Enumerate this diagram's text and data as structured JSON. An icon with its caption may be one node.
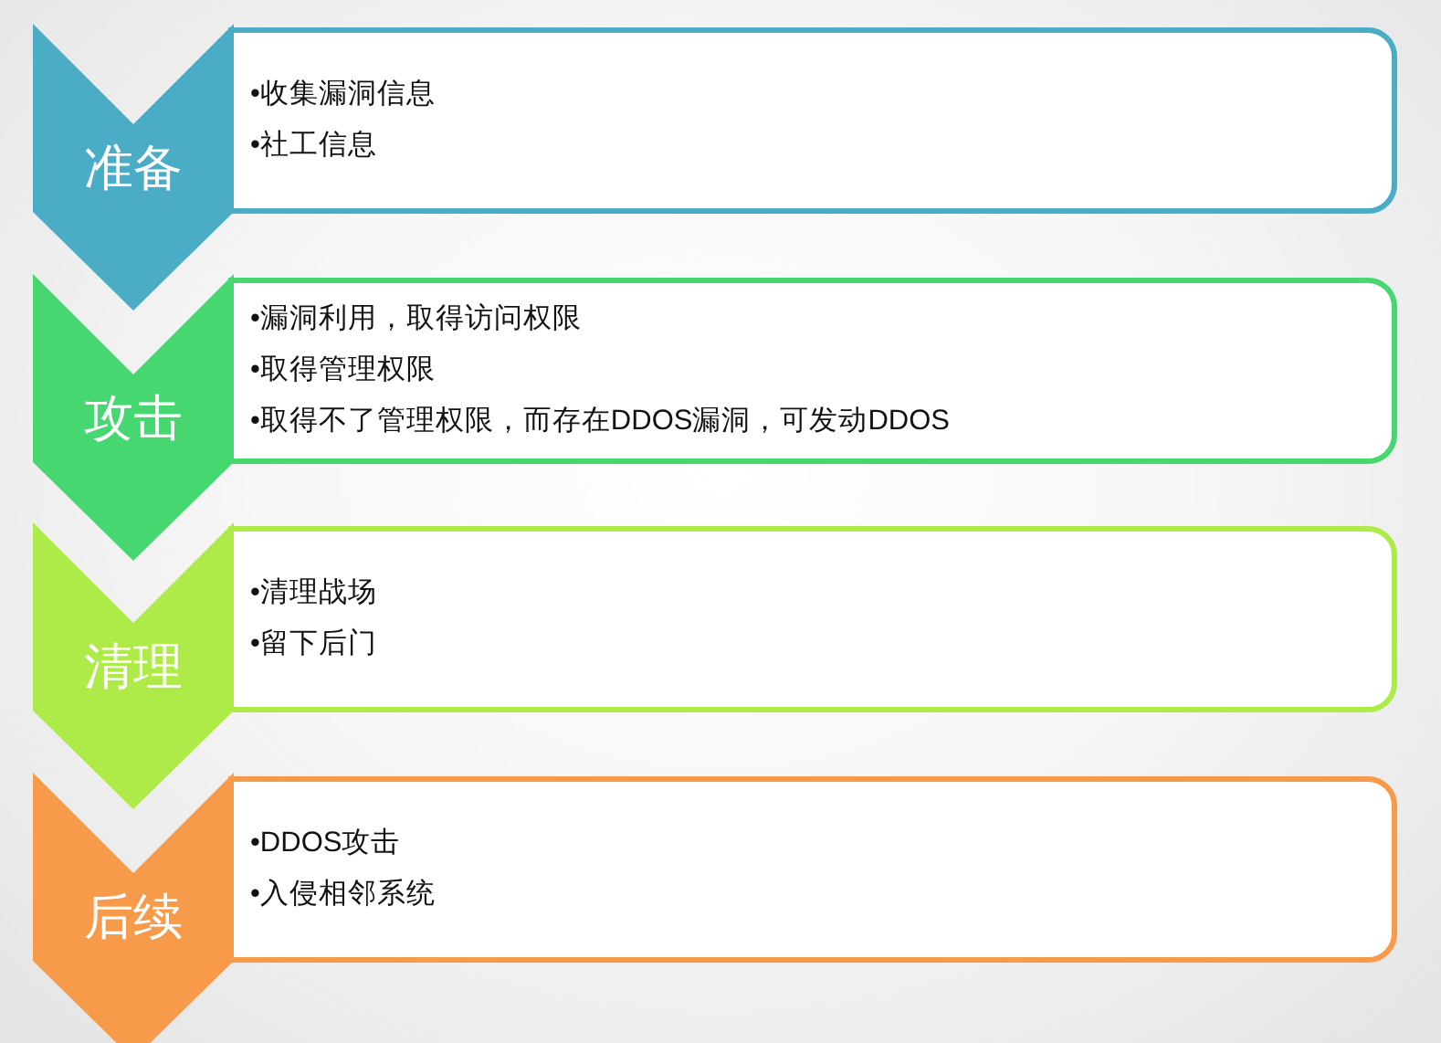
{
  "diagram": {
    "nodes": [
      {
        "text": [
          "准备"
        ]
      },
      {
        "text": [
          "•收集漏洞信息",
          "•社工信息"
        ]
      },
      {
        "text": [
          "攻击"
        ]
      },
      {
        "text": [
          "•漏洞利用，取得访问权限",
          "•取得管理权限",
          "•取得不了管理权限，而存在DDOS漏洞，可发动DDOS"
        ]
      },
      {
        "text": [
          "清理"
        ]
      },
      {
        "text": [
          "•清理战场",
          "•留下后门"
        ]
      },
      {
        "text": [
          "后续"
        ]
      },
      {
        "text": [
          "•DDOS攻击",
          "•入侵相邻系统"
        ]
      }
    ]
  }
}
